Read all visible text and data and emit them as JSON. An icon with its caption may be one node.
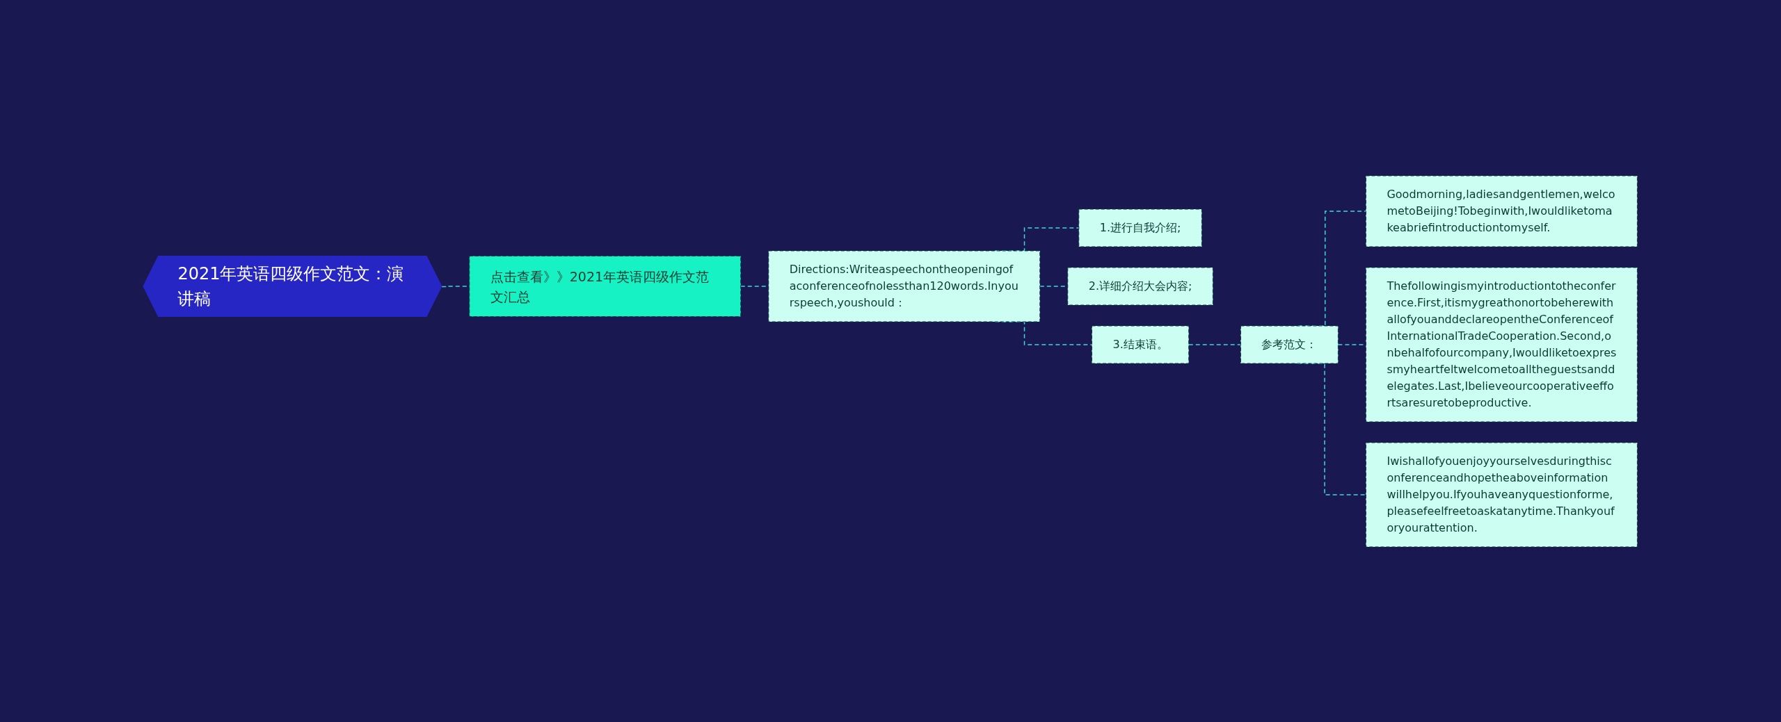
{
  "diagram": {
    "nodes": [
      {
        "text": [
          "2021年英语四级作文范文：演讲稿"
        ]
      },
      {
        "text": [
          "点击查看》》2021年英语四级作文范文汇总"
        ]
      },
      {
        "text": [
          "Directions:Writeaspeechontheopeningofaconferenceofnolessthan120words.Inyourspeech,youshould："
        ]
      },
      {
        "text": [
          "1.进行自我介绍;"
        ]
      },
      {
        "text": [
          "2.详细介绍大会内容;"
        ]
      },
      {
        "text": [
          "3.结束语。"
        ]
      },
      {
        "text": [
          "参考范文："
        ]
      },
      {
        "text": [
          "Goodmorning,ladiesandgentlemen,welcometoBeijing!Tobeginwith,Iwouldliketomakeabriefintroductiontomyself."
        ]
      },
      {
        "text": [
          "Thefollowingismyintroductiontotheconference.First,itismygreathonortobeherewithallofyouanddeclareopentheConferenceofInternationalTradeCooperation.Second,onbehalfofourcompany,Iwouldliketoexpressmyheartfeltwelcometoalltheguestsanddelegates.Last,Ibelieveourcooperativeeffortsaresuretobeproductive."
        ]
      },
      {
        "text": [
          "Iwishallofyouenjoyyourselvesduringthisconferenceandhopetheaboveinformationwillhelpyou.Ifyouhaveanyquestionforme,pleasefeelfreetoaskatanytime.Thankyouforyourattention."
        ]
      }
    ],
    "edges": [
      {
        "from": 0,
        "to": 1,
        "arrow": "none",
        "style": "dashed"
      },
      {
        "from": 1,
        "to": 2,
        "arrow": "none",
        "style": "dashed"
      },
      {
        "from": 2,
        "to": 3,
        "arrow": "none",
        "style": "dashed"
      },
      {
        "from": 2,
        "to": 4,
        "arrow": "none",
        "style": "dashed"
      },
      {
        "from": 2,
        "to": 5,
        "arrow": "none",
        "style": "dashed"
      },
      {
        "from": 5,
        "to": 6,
        "arrow": "none",
        "style": "dashed"
      },
      {
        "from": 6,
        "to": 7,
        "arrow": "none",
        "style": "dashed"
      },
      {
        "from": 6,
        "to": 8,
        "arrow": "none",
        "style": "dashed"
      },
      {
        "from": 6,
        "to": 9,
        "arrow": "none",
        "style": "dashed"
      }
    ]
  }
}
